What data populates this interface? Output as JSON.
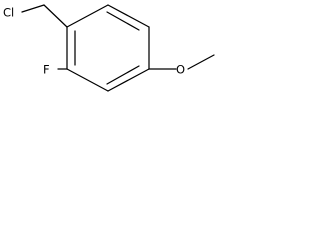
{
  "molecule": {
    "atoms": {
      "chlorine": "Cl",
      "fluorine": "F",
      "oxygen": "O"
    }
  }
}
